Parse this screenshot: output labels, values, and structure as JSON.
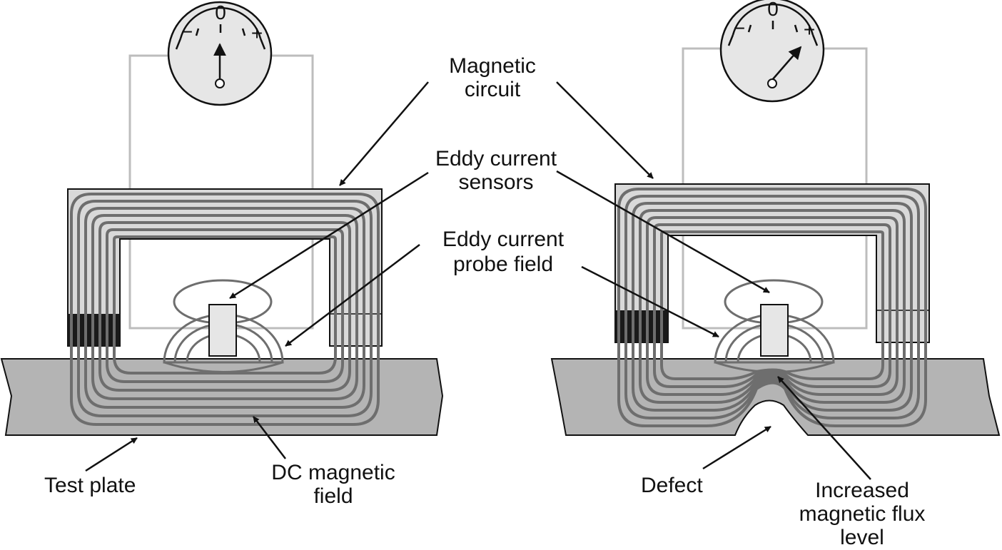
{
  "meter": {
    "zero": "0",
    "minus": "−",
    "plus": "+"
  },
  "labels": {
    "magnetic_circuit": [
      "Magnetic",
      "circuit"
    ],
    "eddy_current_sensors": [
      "Eddy current",
      "sensors"
    ],
    "eddy_current_probe_field": [
      "Eddy current",
      "probe field"
    ],
    "test_plate": "Test plate",
    "dc_magnetic_field": [
      "DC magnetic",
      "field"
    ],
    "defect": "Defect",
    "increased_flux": [
      "Increased",
      "magnetic flux",
      "level"
    ]
  },
  "readings": {
    "left_needle": "0",
    "right_needle": "+"
  },
  "colors": {
    "ink": "#111111",
    "yoke_fill": "#d9d9d9",
    "plate_fill": "#b4b4b4",
    "flux_line": "#6e6e6e",
    "wire": "#bdbdbd",
    "meter_face": "#e6e6e6",
    "winding": "#1a1a1a"
  }
}
